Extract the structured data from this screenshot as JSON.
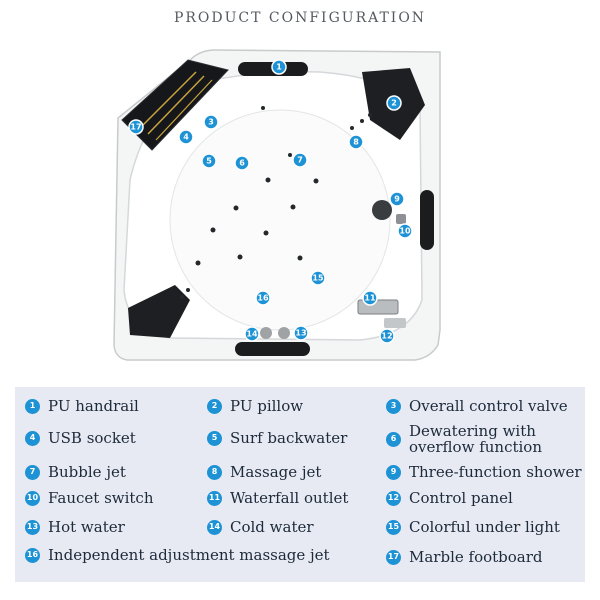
{
  "title": "PRODUCT CONFIGURATION",
  "features": [
    {
      "num": "1",
      "label": "PU handrail"
    },
    {
      "num": "2",
      "label": "PU  pillow"
    },
    {
      "num": "3",
      "label": "Overall control valve"
    },
    {
      "num": "4",
      "label": "USB socket"
    },
    {
      "num": "5",
      "label": "Surf backwater"
    },
    {
      "num": "6",
      "label": "Dewatering with overflow function"
    },
    {
      "num": "7",
      "label": "Bubble jet"
    },
    {
      "num": "8",
      "label": "Massage jet"
    },
    {
      "num": "9",
      "label": "Three-function shower"
    },
    {
      "num": "10",
      "label": "Faucet switch"
    },
    {
      "num": "11",
      "label": "Waterfall outlet"
    },
    {
      "num": "12",
      "label": "Control panel"
    },
    {
      "num": "13",
      "label": "Hot water"
    },
    {
      "num": "14",
      "label": "Cold water"
    },
    {
      "num": "15",
      "label": "Colorful under light"
    },
    {
      "num": "16",
      "label": "Independent adjustment massage jet"
    },
    {
      "num": "17",
      "label": "Marble footboard"
    }
  ],
  "colors": {
    "marker": "#1d93d6",
    "legend_bg": "#e7eaf2",
    "text": "#1d2a3a"
  }
}
